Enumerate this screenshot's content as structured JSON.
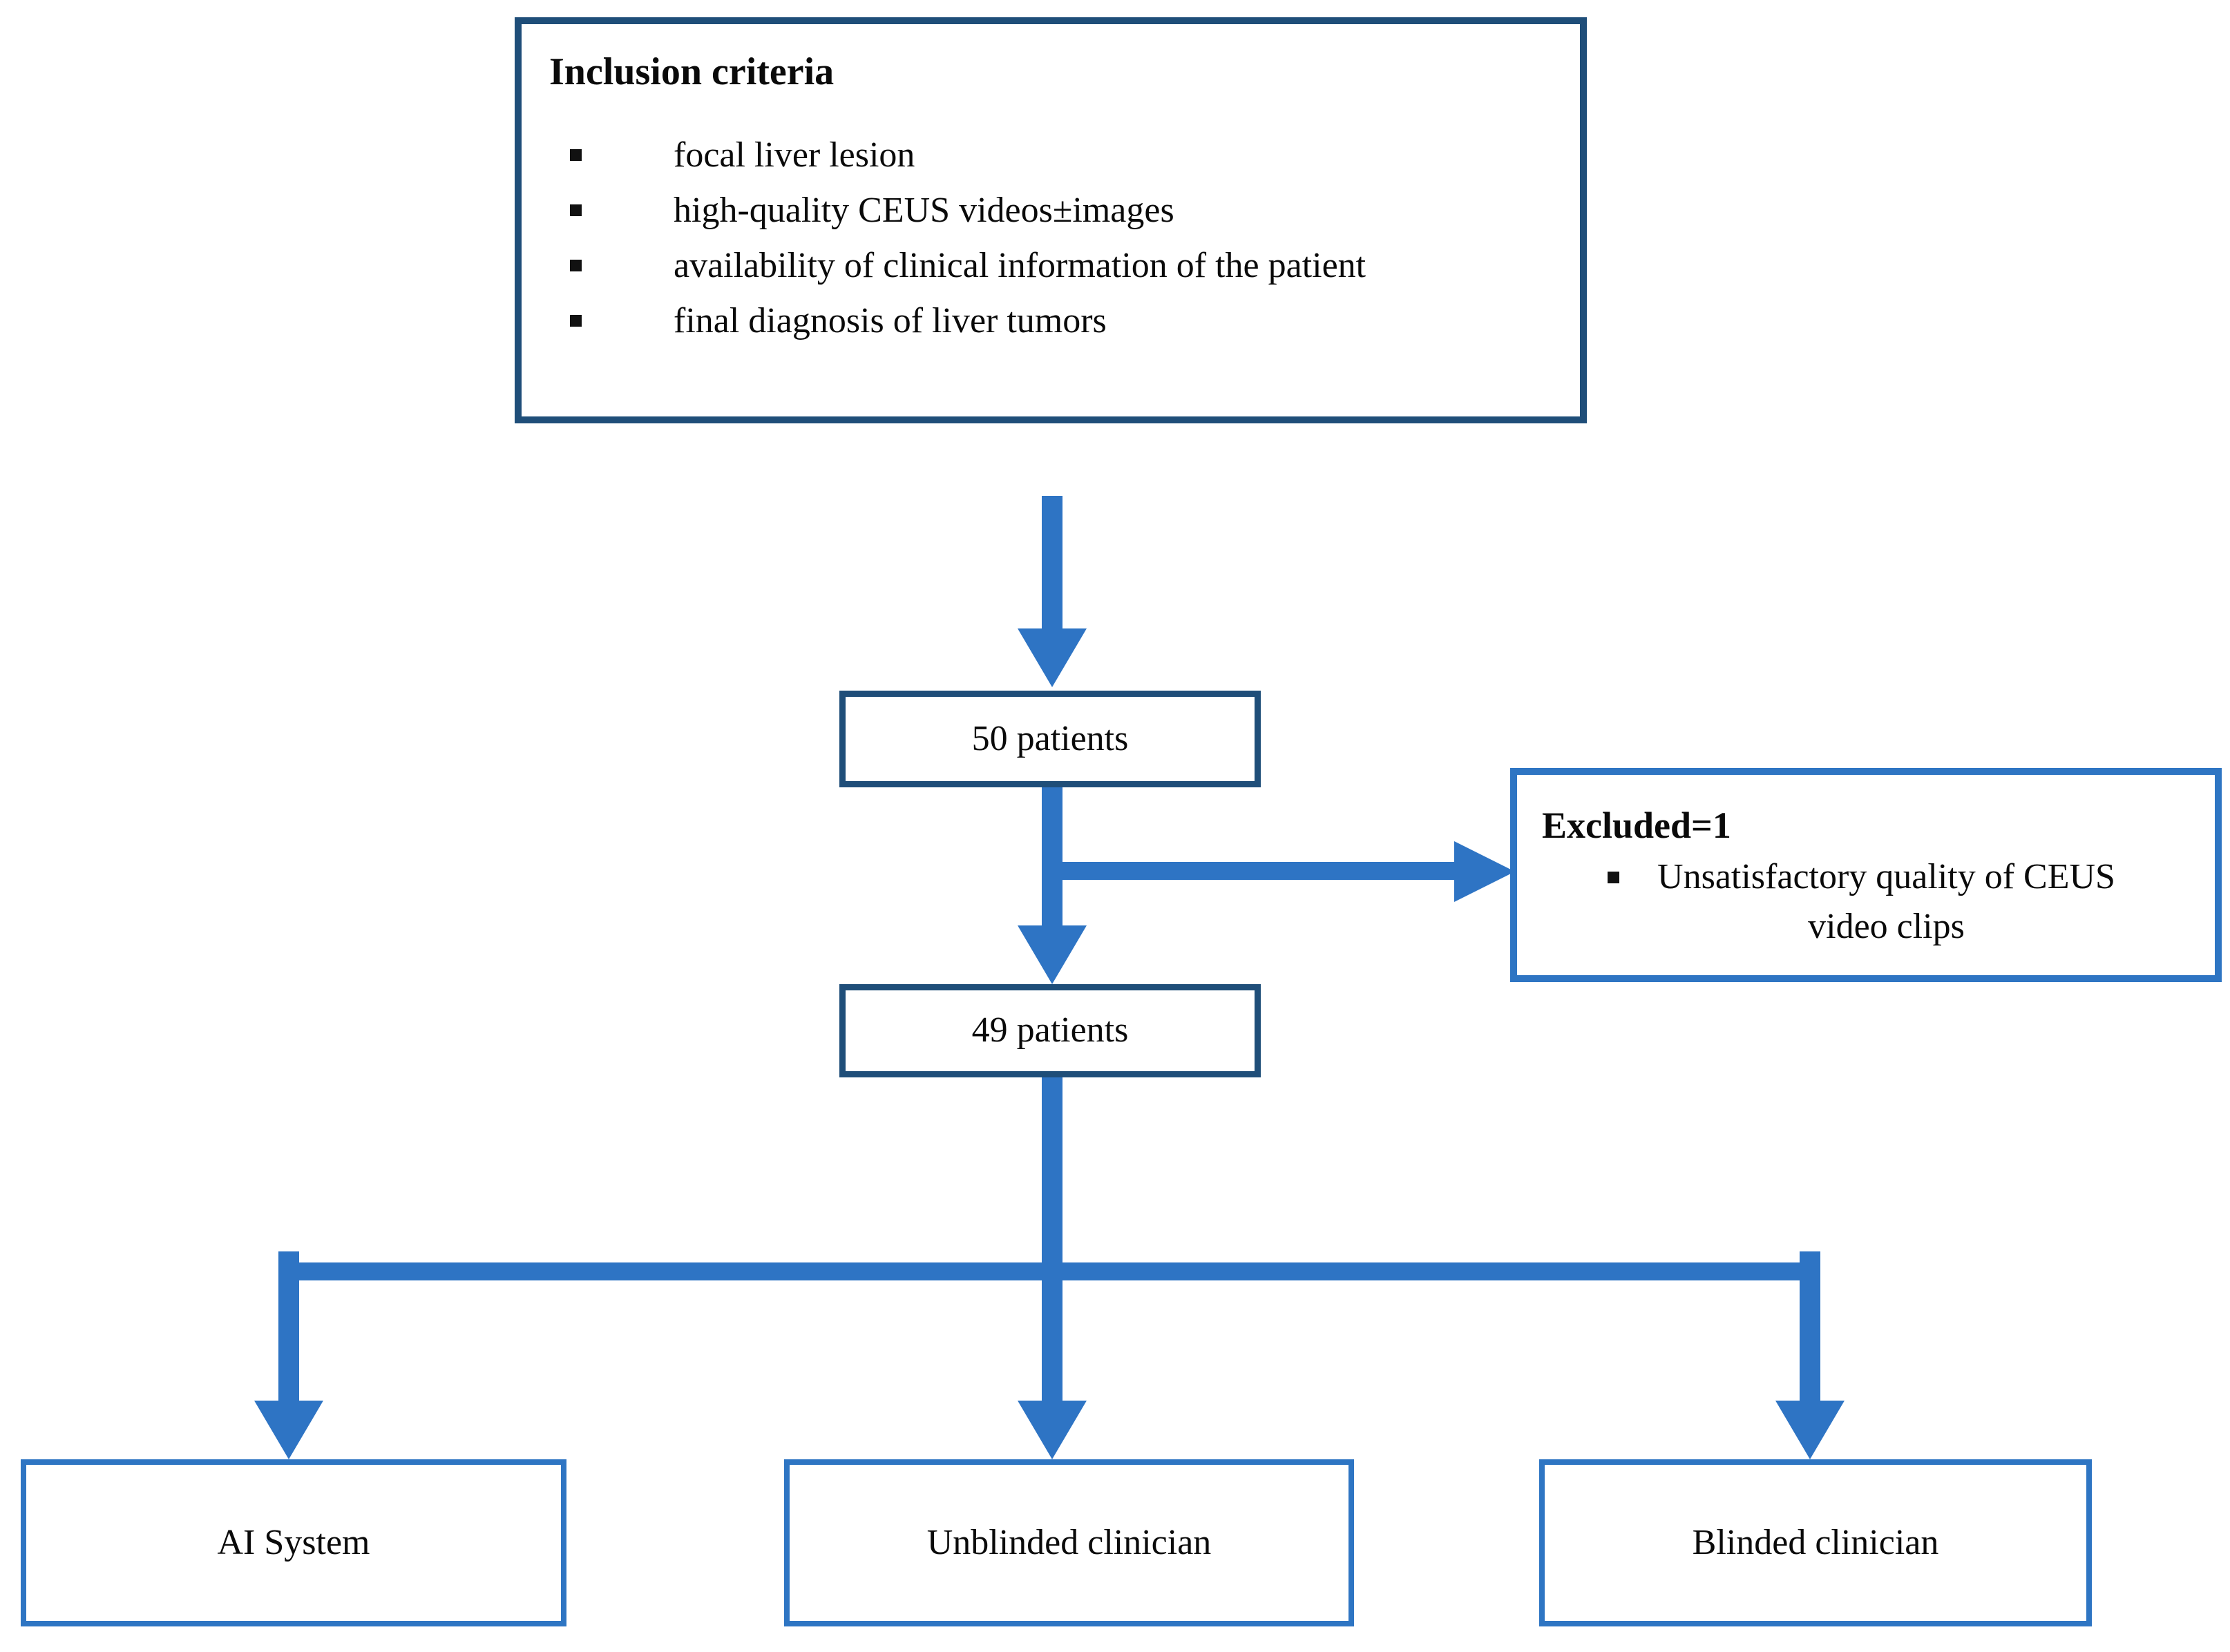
{
  "inclusion": {
    "title": "Inclusion criteria",
    "items": [
      "focal liver lesion",
      "high-quality CEUS videos±images",
      "availability of clinical information of the patient",
      "final diagnosis of liver tumors"
    ]
  },
  "flow": {
    "initial_cohort": "50 patients",
    "final_cohort": "49 patients"
  },
  "excluded": {
    "title": "Excluded=1",
    "reason": "Unsatisfactory quality of CEUS video clips"
  },
  "arms": [
    {
      "label": "AI System"
    },
    {
      "label": "Unblinded clinician"
    },
    {
      "label": "Blinded clinician"
    }
  ],
  "icons": {
    "bullet": "square-bullet",
    "connector_arrow": "filled-triangle-arrow"
  },
  "colors": {
    "arrow_blue": "#2E74C4",
    "box_border_dark": "#1F4E79",
    "box_border_light": "#2E75C3",
    "text": "#0A0A0A",
    "background": "#FFFFFF"
  }
}
